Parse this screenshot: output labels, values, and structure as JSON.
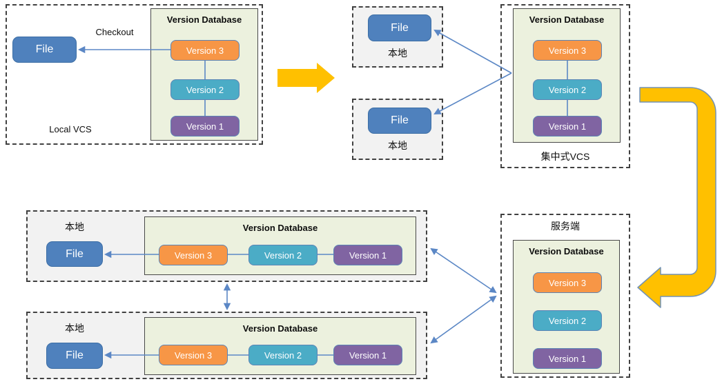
{
  "local_vcs": {
    "label": "Local VCS",
    "checkout": "Checkout",
    "file": "File",
    "db_title": "Version Database",
    "versions": [
      "Version 3",
      "Version 2",
      "Version 1"
    ]
  },
  "central_vcs": {
    "label": "集中式VCS",
    "db_title": "Version Database",
    "versions": [
      "Version 3",
      "Version 2",
      "Version 1"
    ],
    "clients": [
      {
        "label": "本地",
        "file": "File"
      },
      {
        "label": "本地",
        "file": "File"
      }
    ]
  },
  "distributed_vcs": {
    "server_label": "服务端",
    "server_db_title": "Version Database",
    "server_versions": [
      "Version 3",
      "Version 2",
      "Version 1"
    ],
    "peers": [
      {
        "label": "本地",
        "file": "File",
        "db_title": "Version Database",
        "versions": [
          "Version 3",
          "Version 2",
          "Version 1"
        ]
      },
      {
        "label": "本地",
        "file": "File",
        "db_title": "Version Database",
        "versions": [
          "Version 3",
          "Version 2",
          "Version 1"
        ]
      }
    ]
  },
  "colors": {
    "version3": "#F79646",
    "version2": "#4BACC6",
    "version1": "#8064A2",
    "file_box": "#4F81BD",
    "database_bg": "#ECF1DE",
    "local_box_bg": "#F2F2F2",
    "flow_arrow": "#FFC000",
    "connector": "#5B87C5"
  }
}
